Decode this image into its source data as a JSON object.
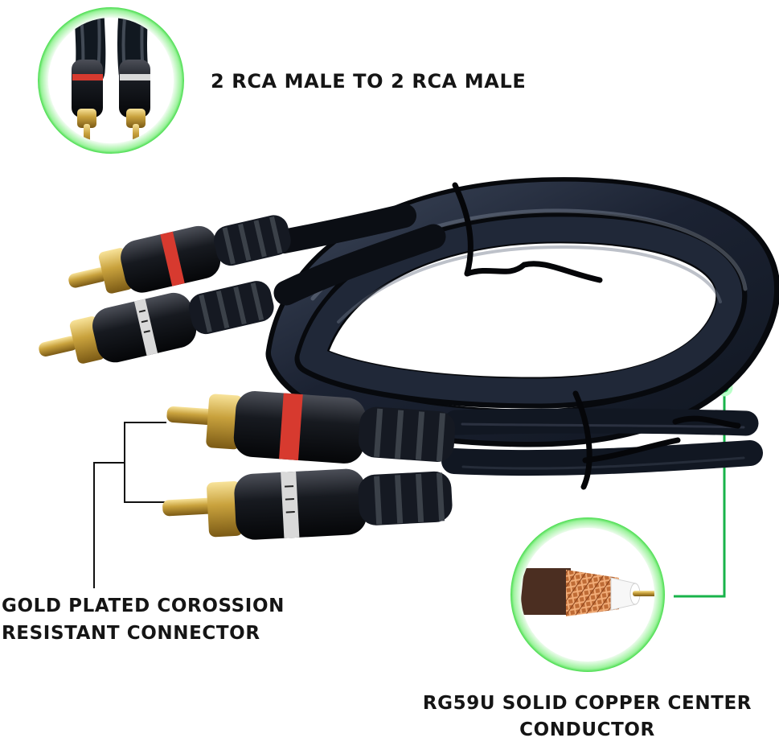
{
  "callouts": {
    "top_label": "2 RCA MALE TO 2 RCA MALE",
    "left_label": {
      "line1": "GOLD PLATED COROSSION",
      "line2": "RESISTANT CONNECTOR"
    },
    "bottom_label": {
      "line1": "RG59U SOLID COPPER CENTER",
      "line2": "CONDUCTOR"
    }
  },
  "colors": {
    "background": "#ffffff",
    "text": "#151515",
    "cable": "#20283a",
    "connector_gold": "#c9a23d",
    "red_band": "#d73a2f",
    "callout_green": "#18b34a"
  }
}
